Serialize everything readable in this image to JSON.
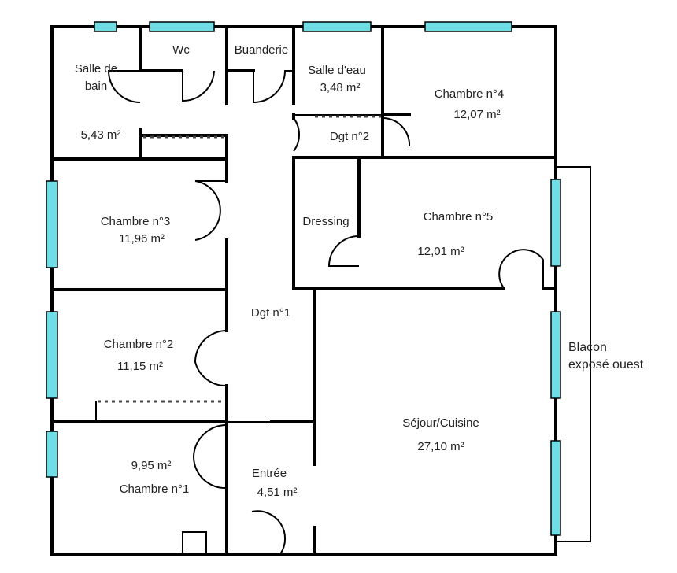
{
  "colors": {
    "window": "#6fdde6",
    "wall": "#000000",
    "background": "#ffffff"
  },
  "rooms": {
    "salle_de_bain": {
      "name_line1": "Salle de",
      "name_line2": "bain",
      "area": "5,43 m²"
    },
    "wc": {
      "name": "Wc"
    },
    "buanderie": {
      "name": "Buanderie"
    },
    "salle_deau": {
      "name": "Salle d'eau",
      "area": "3,48 m²"
    },
    "chambre4": {
      "name": "Chambre n°4",
      "area": "12,07 m²"
    },
    "dgt2": {
      "name": "Dgt n°2"
    },
    "chambre3": {
      "name": "Chambre n°3",
      "area": "11,96 m²"
    },
    "dressing": {
      "name": "Dressing"
    },
    "chambre5": {
      "name": "Chambre n°5",
      "area": "12,01 m²"
    },
    "dgt1": {
      "name": "Dgt n°1"
    },
    "chambre2": {
      "name": "Chambre n°2",
      "area": "11,15 m²"
    },
    "balcon": {
      "line1": "Blacon",
      "line2": "exposé ouest"
    },
    "sejour": {
      "name": "Séjour/Cuisine",
      "area": "27,10 m²"
    },
    "chambre1": {
      "name": "Chambre n°1",
      "area": "9,95 m²"
    },
    "entree": {
      "name": "Entrée",
      "area": "4,51 m²"
    }
  }
}
